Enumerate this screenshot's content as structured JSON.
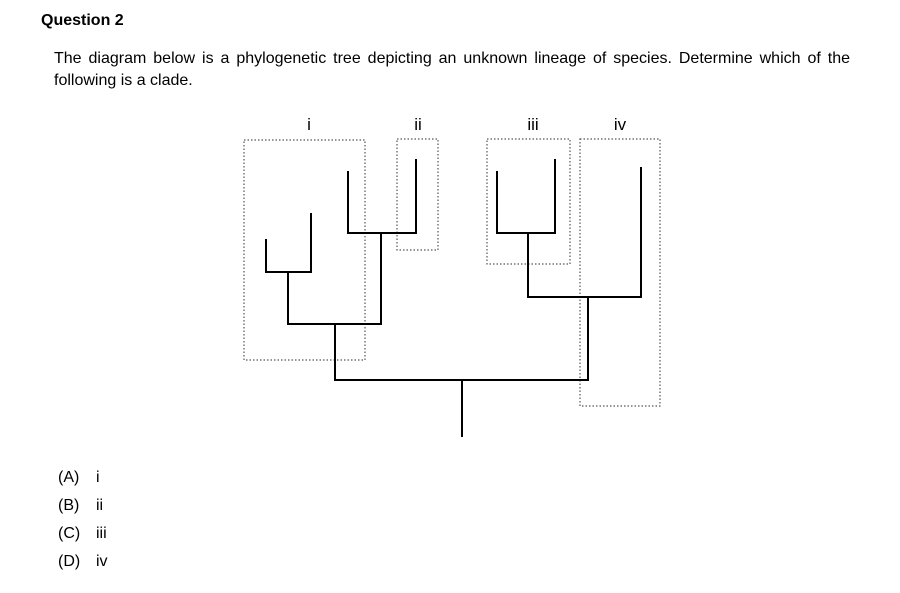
{
  "question": {
    "title": "Question 2",
    "text": "The diagram below is a phylogenetic tree depicting an unknown lineage of species.  Determine which of the following is a clade."
  },
  "diagram": {
    "group_labels": [
      "i",
      "ii",
      "iii",
      "iv"
    ]
  },
  "options": [
    {
      "letter": "(A)",
      "text": "i"
    },
    {
      "letter": "(B)",
      "text": "ii"
    },
    {
      "letter": "(C)",
      "text": "iii"
    },
    {
      "letter": "(D)",
      "text": "iv"
    }
  ]
}
